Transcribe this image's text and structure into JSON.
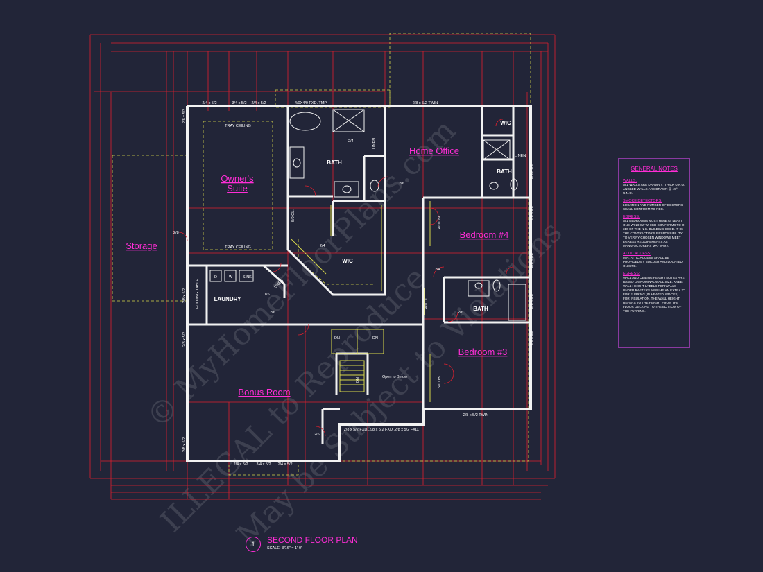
{
  "rooms": {
    "owners_suite_line1": "Owner's",
    "owners_suite_line2": "Suite",
    "storage": "Storage",
    "home_office": "Home Office",
    "bedroom4": "Bedroom #4",
    "bedroom3": "Bedroom #3",
    "bonus_room": "Bonus Room"
  },
  "labels": {
    "bath_main": "BATH",
    "bath_upper_right": "BATH",
    "bath_mid": "BATH",
    "wic_owner": "WIC",
    "wic_office": "WIC",
    "laundry": "LAUNDRY",
    "tray_ceiling": "TRAY CEILING",
    "open_to_below": "Open to Below",
    "folding_table": "FOLDING TABLE",
    "linen": "LINEN",
    "sink": "SINK",
    "dryer": "D",
    "washer": "W",
    "dn": "DN"
  },
  "windows": {
    "top_left_1": "2/4 x 5/2",
    "top_left_2": "3/4 x 5/2",
    "top_left_3": "2/4 x 5/2",
    "tub_window": "4/0X4/0 FXD. TMP",
    "office_twin": "2/8 x 5/2 TWIN",
    "bedroom3_twin": "2/8 x 5/2 TWIN",
    "bonus_fixed": "2/8 x 5/2 FXD.,2/8 x 5/2 FXD.,2/8 x 5/2 FXD.",
    "bottom_1": "2/4 x 5/2",
    "bottom_2": "3/4 x 5/2",
    "bottom_3": "2/4 x 5/2",
    "left_1": "2/8 x 5/2",
    "left_2": "2/8 x 5/2",
    "left_3": "2/8 x 5/2",
    "left_4": "2/8 x 5/2",
    "right_1": "2/8 x 5/2",
    "right_2": "2/8 x 5/2",
    "right_3": "2/8 x 5/2",
    "right_4": "2/8 x 5/2",
    "right_5": "2/8 x 5/2"
  },
  "doors": {
    "d26a": "2/6",
    "d26b": "2/6",
    "d26c": "2/6",
    "d26d": "2/6",
    "d24a": "2/4",
    "d24b": "2/4",
    "d24c": "2/4",
    "d28": "2/8",
    "d16": "1/6",
    "cl1": "5/0 CL.",
    "cl2": "4/0 CL.",
    "cl3": "4/0 DBL.",
    "cl4": "5/0 DBL."
  },
  "notes": {
    "title": "GENERAL NOTES",
    "sections": [
      {
        "heading": "WALLS:",
        "body": "ALL WALLS ARE DRAWN 4\" THICK U.N.O. ANGLED WALLS ARE DRAWN @ 45° U.N.O."
      },
      {
        "heading": "SMOKE DETECTORS:",
        "body": "LOCATION AND NUMBER OF DECTORS SHALL CONFORM TO NEC."
      },
      {
        "heading": "EGRESS:",
        "body": "ALL BEDROOMS MUST HAVE AT LEAST ONE WINDOW WHICH CONFORMS TO R-310 OF THE N.C. BUILDING CODE. IT IS THE CONTRACTOR'S RESPONSIBILITY TO VERIFY CHOSEN WINDOWS MEET EGRESS REQUIREMENTS AS MANUFACTURERS MAY VARY."
      },
      {
        "heading": "ATTIC ACCESS:",
        "body": "MIN. ATTIC ACCESS SHALL BE PROVIDED BY BUILDER AND LOCATED ON SITE."
      },
      {
        "heading": "EGRESS:",
        "body": "WALL AND CEILING HEIGHT NOTES ARE BASED ON NOMINAL WALL SIZE. KNEE WALL HEIGHT LABELS FOR WALLS UNDER RAFTERS ASSUME AN EXTRA 2\" FOR FURRING (IN HEATED SPACES) FOR INSULATION. THE WALL HEIGHT REFERS TO THE HEIGHT FROM THE FLOOR DECKING TO THE BOTTOM OF THE FURRING."
      }
    ]
  },
  "title_block": {
    "number": "1",
    "title": "SECOND FLOOR PLAN",
    "scale": "SCALE:   3/16\" = 1'-0\""
  },
  "colors": {
    "background": "#222538",
    "walls": "#f2f2f2",
    "dimensions": "#e0202e",
    "room_labels": "#ff2dd6",
    "fixtures": "#2ee6ff",
    "dashed": "#d8d84a"
  }
}
